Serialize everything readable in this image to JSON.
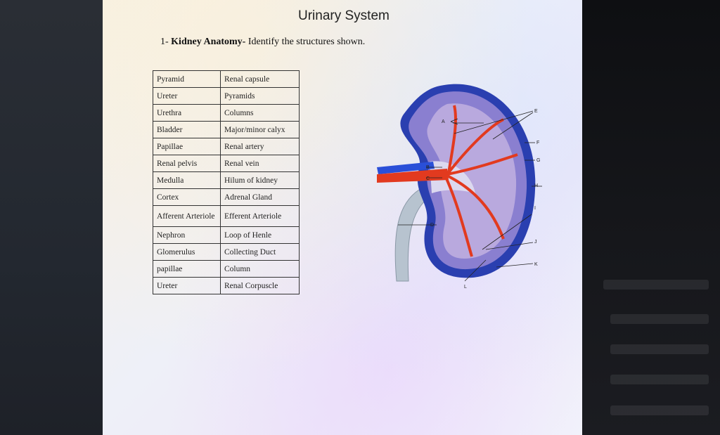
{
  "title": "Urinary System",
  "heading": {
    "number": "1-",
    "bold": "Kidney Anatomy-",
    "rest": "Identify the structures shown."
  },
  "terms": [
    [
      "Pyramid",
      "Renal capsule"
    ],
    [
      "Ureter",
      "Pyramids"
    ],
    [
      "Urethra",
      "Columns"
    ],
    [
      "Bladder",
      "Major/minor calyx"
    ],
    [
      "Papillae",
      "Renal artery"
    ],
    [
      "Renal pelvis",
      "Renal vein"
    ],
    [
      "Medulla",
      "Hilum of kidney"
    ],
    [
      "Cortex",
      "Adrenal Gland"
    ],
    [
      "Afferent Arteriole",
      "Efferent Arteriole"
    ],
    [
      "Nephron",
      "Loop of Henle"
    ],
    [
      "Glomerulus",
      "Collecting Duct"
    ],
    [
      "papillae",
      "Column"
    ],
    [
      "Ureter",
      "Renal Corpuscle"
    ]
  ],
  "diagram_labels": {
    "A": "A",
    "B": "B",
    "C": "C",
    "D": "D",
    "E": "E",
    "F": "F",
    "G": "G",
    "H": "H",
    "I": "I",
    "J": "J",
    "K": "K",
    "L": "L"
  },
  "colors": {
    "capsule": "#2a3fb0",
    "cortex": "#8a7fd0",
    "artery": "#e23a1f",
    "vein": "#2a4fd8",
    "ureter": "#b7c3cf"
  }
}
